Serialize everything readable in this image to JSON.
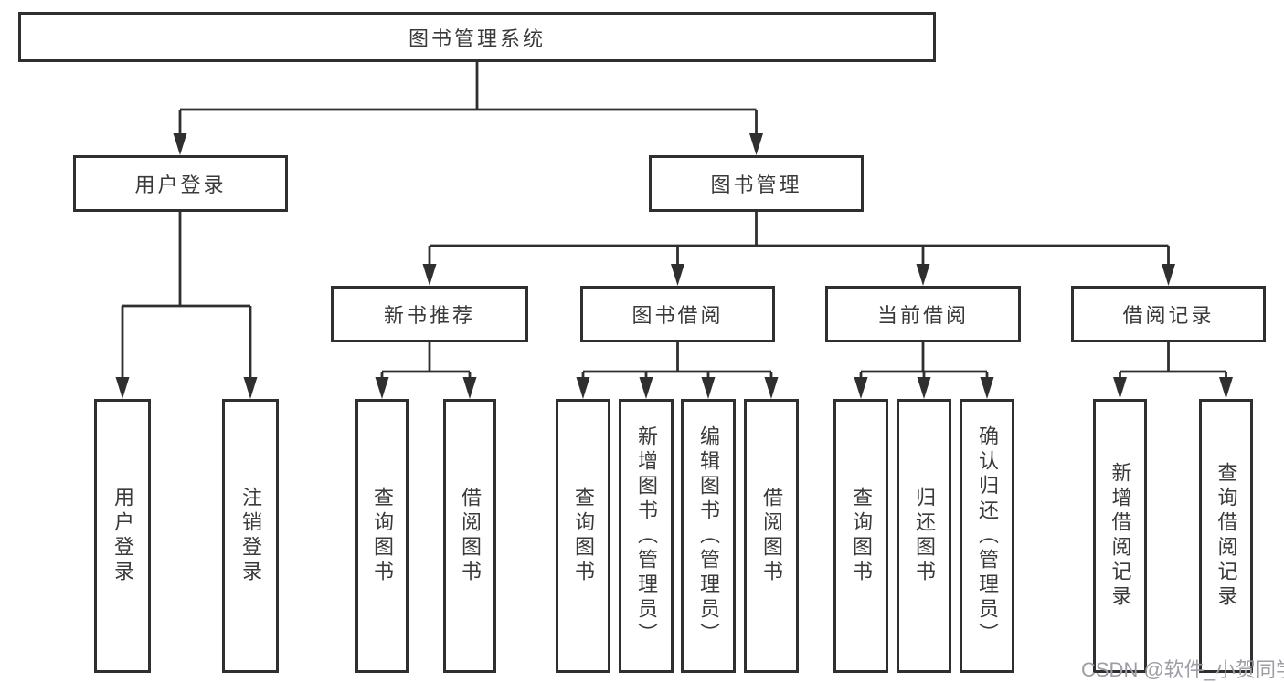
{
  "colors": {
    "line": "#2f2f2f",
    "border": "#2f2f2f",
    "text": "#3a3a3a",
    "watermark": "#9d9da5"
  },
  "watermark": "CSDN @软件_小贺同学",
  "tree": {
    "label": "图书管理系统",
    "children": [
      {
        "label": "用户登录",
        "children": [
          {
            "label": "用户登录"
          },
          {
            "label": "注销登录"
          }
        ]
      },
      {
        "label": "图书管理",
        "children": [
          {
            "label": "新书推荐",
            "children": [
              {
                "label": "查询图书"
              },
              {
                "label": "借阅图书"
              }
            ]
          },
          {
            "label": "图书借阅",
            "children": [
              {
                "label": "查询图书"
              },
              {
                "label": "新增图书（管理员）"
              },
              {
                "label": "编辑图书（管理员）"
              },
              {
                "label": "借阅图书"
              }
            ]
          },
          {
            "label": "当前借阅",
            "children": [
              {
                "label": "查询图书"
              },
              {
                "label": "归还图书"
              },
              {
                "label": "确认归还（管理员）"
              }
            ]
          },
          {
            "label": "借阅记录",
            "children": [
              {
                "label": "新增借阅记录"
              },
              {
                "label": "查询借阅记录"
              }
            ]
          }
        ]
      }
    ]
  }
}
